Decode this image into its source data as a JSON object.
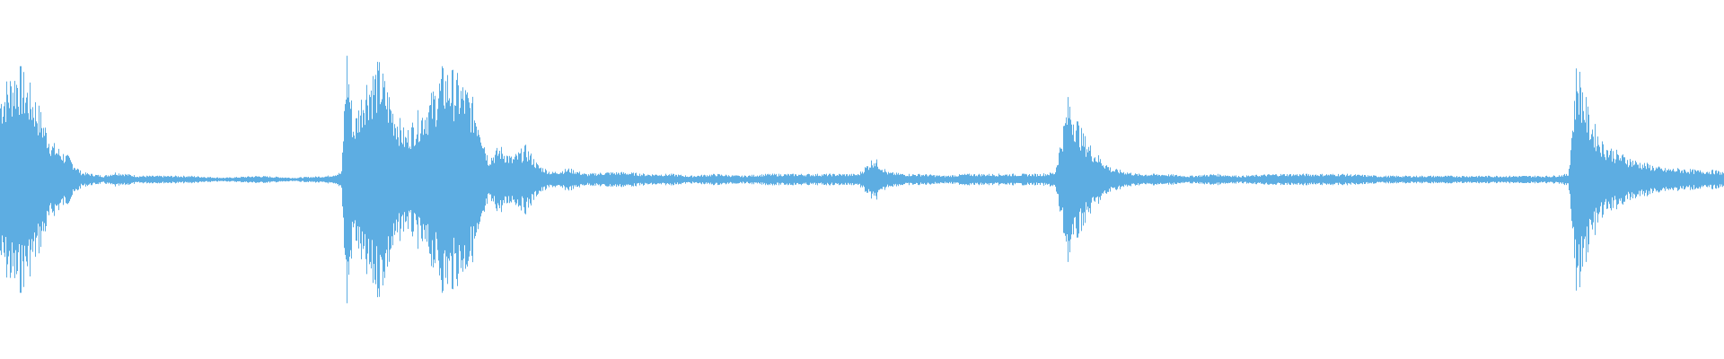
{
  "waveform": {
    "color": "#5dade2",
    "background": "#ffffff",
    "envelope": [
      [
        0.0,
        0.48
      ],
      [
        0.01,
        0.62
      ],
      [
        0.02,
        0.45
      ],
      [
        0.03,
        0.2
      ],
      [
        0.04,
        0.12
      ],
      [
        0.047,
        0.04
      ],
      [
        0.06,
        0.02
      ],
      [
        0.067,
        0.04
      ],
      [
        0.08,
        0.02
      ],
      [
        0.09,
        0.02
      ],
      [
        0.11,
        0.02
      ],
      [
        0.13,
        0.01
      ],
      [
        0.15,
        0.02
      ],
      [
        0.17,
        0.01
      ],
      [
        0.19,
        0.02
      ],
      [
        0.198,
        0.04
      ],
      [
        0.201,
        0.72
      ],
      [
        0.205,
        0.3
      ],
      [
        0.212,
        0.55
      ],
      [
        0.22,
        0.62
      ],
      [
        0.228,
        0.4
      ],
      [
        0.235,
        0.25
      ],
      [
        0.242,
        0.35
      ],
      [
        0.25,
        0.45
      ],
      [
        0.257,
        0.6
      ],
      [
        0.262,
        0.58
      ],
      [
        0.27,
        0.5
      ],
      [
        0.278,
        0.35
      ],
      [
        0.283,
        0.12
      ],
      [
        0.29,
        0.18
      ],
      [
        0.297,
        0.12
      ],
      [
        0.305,
        0.18
      ],
      [
        0.312,
        0.08
      ],
      [
        0.32,
        0.04
      ],
      [
        0.33,
        0.06
      ],
      [
        0.34,
        0.03
      ],
      [
        0.352,
        0.04
      ],
      [
        0.362,
        0.04
      ],
      [
        0.375,
        0.03
      ],
      [
        0.39,
        0.03
      ],
      [
        0.4,
        0.02
      ],
      [
        0.415,
        0.03
      ],
      [
        0.43,
        0.02
      ],
      [
        0.445,
        0.03
      ],
      [
        0.46,
        0.03
      ],
      [
        0.475,
        0.03
      ],
      [
        0.487,
        0.03
      ],
      [
        0.498,
        0.03
      ],
      [
        0.507,
        0.12
      ],
      [
        0.515,
        0.04
      ],
      [
        0.525,
        0.03
      ],
      [
        0.535,
        0.03
      ],
      [
        0.548,
        0.02
      ],
      [
        0.56,
        0.03
      ],
      [
        0.57,
        0.03
      ],
      [
        0.582,
        0.03
      ],
      [
        0.592,
        0.03
      ],
      [
        0.603,
        0.03
      ],
      [
        0.612,
        0.04
      ],
      [
        0.62,
        0.45
      ],
      [
        0.628,
        0.25
      ],
      [
        0.635,
        0.15
      ],
      [
        0.645,
        0.06
      ],
      [
        0.66,
        0.03
      ],
      [
        0.675,
        0.03
      ],
      [
        0.69,
        0.02
      ],
      [
        0.705,
        0.03
      ],
      [
        0.72,
        0.02
      ],
      [
        0.74,
        0.03
      ],
      [
        0.76,
        0.03
      ],
      [
        0.78,
        0.03
      ],
      [
        0.8,
        0.02
      ],
      [
        0.82,
        0.02
      ],
      [
        0.84,
        0.02
      ],
      [
        0.86,
        0.02
      ],
      [
        0.88,
        0.02
      ],
      [
        0.9,
        0.02
      ],
      [
        0.91,
        0.03
      ],
      [
        0.915,
        0.65
      ],
      [
        0.922,
        0.35
      ],
      [
        0.93,
        0.2
      ],
      [
        0.94,
        0.14
      ],
      [
        0.95,
        0.1
      ],
      [
        0.958,
        0.08
      ],
      [
        0.965,
        0.06
      ],
      [
        0.975,
        0.06
      ],
      [
        0.985,
        0.05
      ],
      [
        0.995,
        0.05
      ],
      [
        1.0,
        0.04
      ]
    ]
  }
}
